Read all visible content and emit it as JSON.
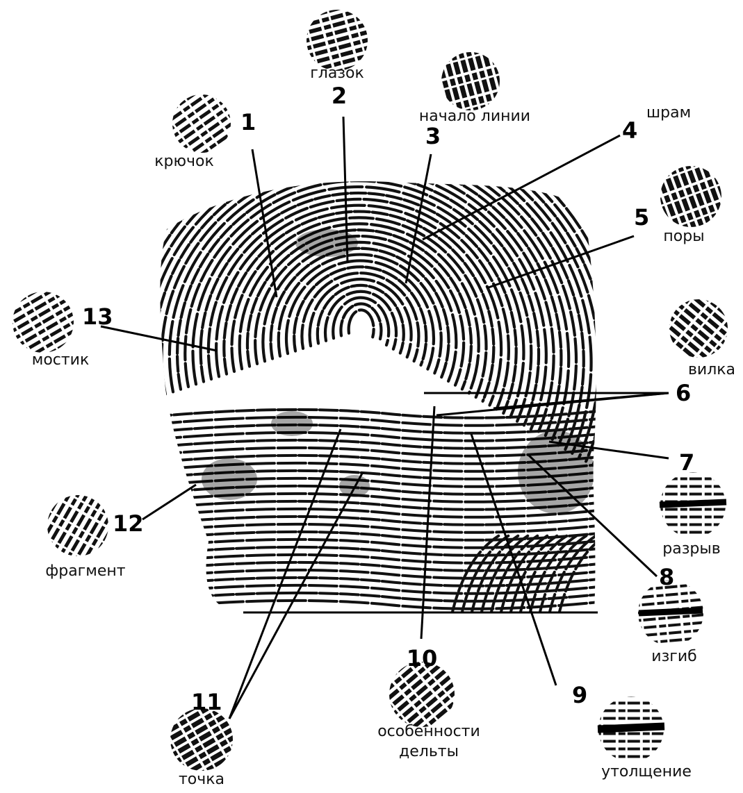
{
  "features": [
    {
      "num": "1",
      "label": "крючок"
    },
    {
      "num": "2",
      "label": "глазок"
    },
    {
      "num": "3",
      "label": "начало линии"
    },
    {
      "num": "4",
      "label": "шрам"
    },
    {
      "num": "5",
      "label": "поры"
    },
    {
      "num": "6",
      "label": "вилка"
    },
    {
      "num": "7",
      "label": "разрыв"
    },
    {
      "num": "8",
      "label": "изгиб"
    },
    {
      "num": "9",
      "label": "утолщение"
    },
    {
      "num": "10",
      "label": "особенности\nдельты"
    },
    {
      "num": "11",
      "label": "точка"
    },
    {
      "num": "12",
      "label": "фрагмент"
    },
    {
      "num": "13",
      "label": "мостик"
    }
  ],
  "colors": {
    "ink": "#000000",
    "paper": "#ffffff"
  }
}
